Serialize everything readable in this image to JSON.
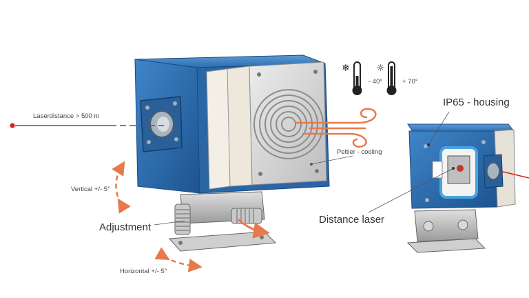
{
  "labels": {
    "laser_distance": "Laserdistance > 500 m",
    "peltier": "Peltier - cooling",
    "vertical": "Vertical +/- 5°",
    "adjustment": "Adjustment",
    "horizontal": "Horizontal +/- 5°",
    "ip65": "IP65 - housing",
    "distance_laser": "Distance laser"
  },
  "temperatures": {
    "cold": "- 40°",
    "hot": "+ 70°"
  },
  "icons": {
    "cold": "snowflake-icon",
    "hot": "sun-icon",
    "thermometer": "thermometer-icon",
    "air_flow": "air-flow-icon",
    "arrow": "curved-arrow-icon"
  },
  "colors": {
    "housing_blue": "#2c6fb0",
    "laser_red": "#d81e1e",
    "arrow_orange": "#e8794a",
    "cooler_gray": "#d9d9d9"
  }
}
